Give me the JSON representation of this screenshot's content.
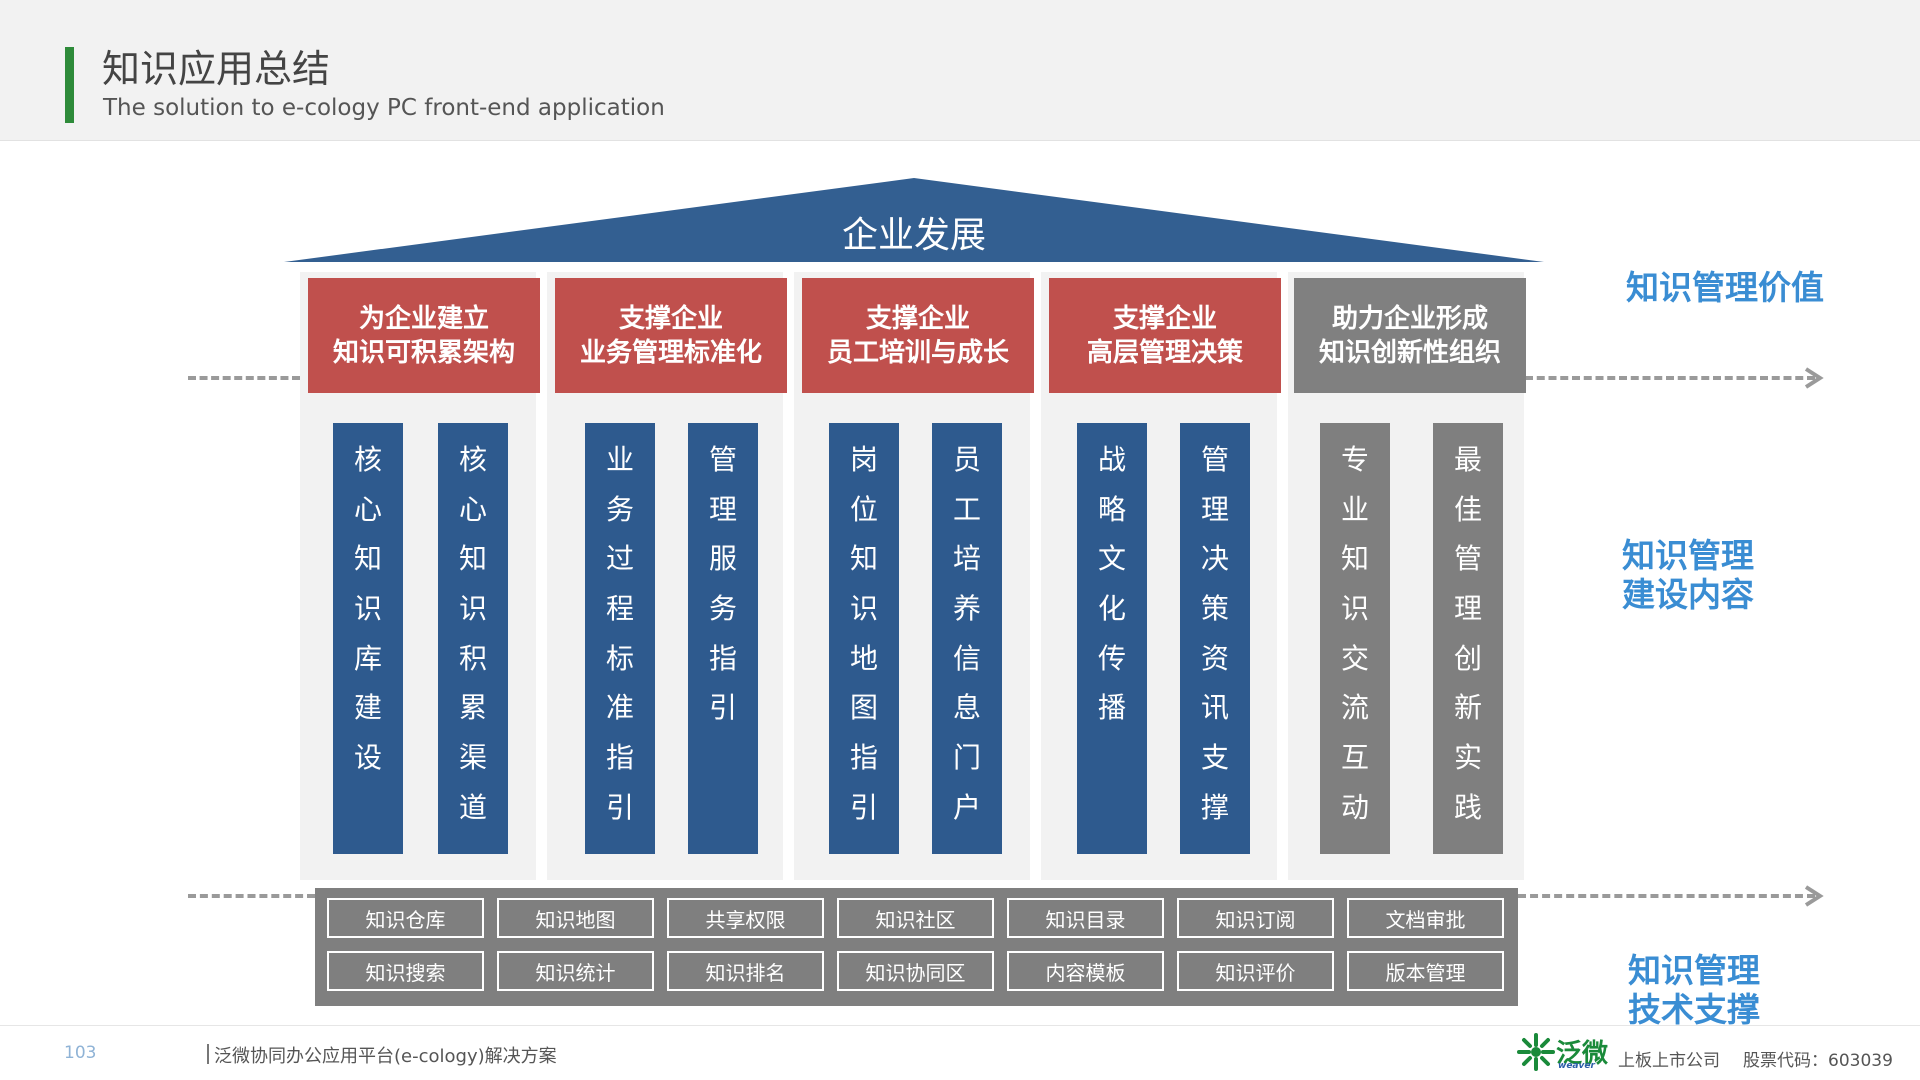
{
  "header": {
    "title": "知识应用总结",
    "subtitle": "The solution to e-cology PC front-end application"
  },
  "roof": {
    "label": "企业发展"
  },
  "pillars": [
    {
      "title_line1": "为企业建立",
      "title_line2": "知识可积累架构",
      "style": "red",
      "bars": [
        "核心知识库建设",
        "核心知识积累渠道"
      ]
    },
    {
      "title_line1": "支撑企业",
      "title_line2": "业务管理标准化",
      "style": "red",
      "bars": [
        "业务过程标准指引",
        "管理服务指引"
      ]
    },
    {
      "title_line1": "支撑企业",
      "title_line2": "员工培训与成长",
      "style": "red",
      "bars": [
        "岗位知识地图指引",
        "员工培养信息门户"
      ]
    },
    {
      "title_line1": "支撑企业",
      "title_line2": "高层管理决策",
      "style": "red",
      "bars": [
        "战略文化传播",
        "管理决策资讯支撑"
      ]
    },
    {
      "title_line1": "助力企业形成",
      "title_line2": "知识创新性组织",
      "style": "gray",
      "bars": [
        "专业知识交流互动",
        "最佳管理创新实践"
      ]
    }
  ],
  "side_labels": {
    "value": "知识管理价值",
    "content_line1": "知识管理",
    "content_line2": "建设内容",
    "tech_line1": "知识管理",
    "tech_line2": "技术支撑"
  },
  "tech_items": [
    [
      "知识仓库",
      "知识地图",
      "共享权限",
      "知识社区",
      "知识目录",
      "知识订阅",
      "文档审批"
    ],
    [
      "知识搜索",
      "知识统计",
      "知识排名",
      "知识协同区",
      "内容模板",
      "知识评价",
      "版本管理"
    ]
  ],
  "footer": {
    "page_number": "103",
    "doc_title": "泛微协同办公应用平台(e-cology)解决方案",
    "logo_text": "泛微",
    "logo_sub": "weaver",
    "company": "上板上市公司",
    "stock": "股票代码：603039"
  },
  "colors": {
    "accent_green": "#2e8b3a",
    "roof_blue": "#335f91",
    "header_red": "#c0504d",
    "bar_blue": "#2e5a8e",
    "gray": "#7f7f7f",
    "label_blue": "#3a8dd3"
  }
}
